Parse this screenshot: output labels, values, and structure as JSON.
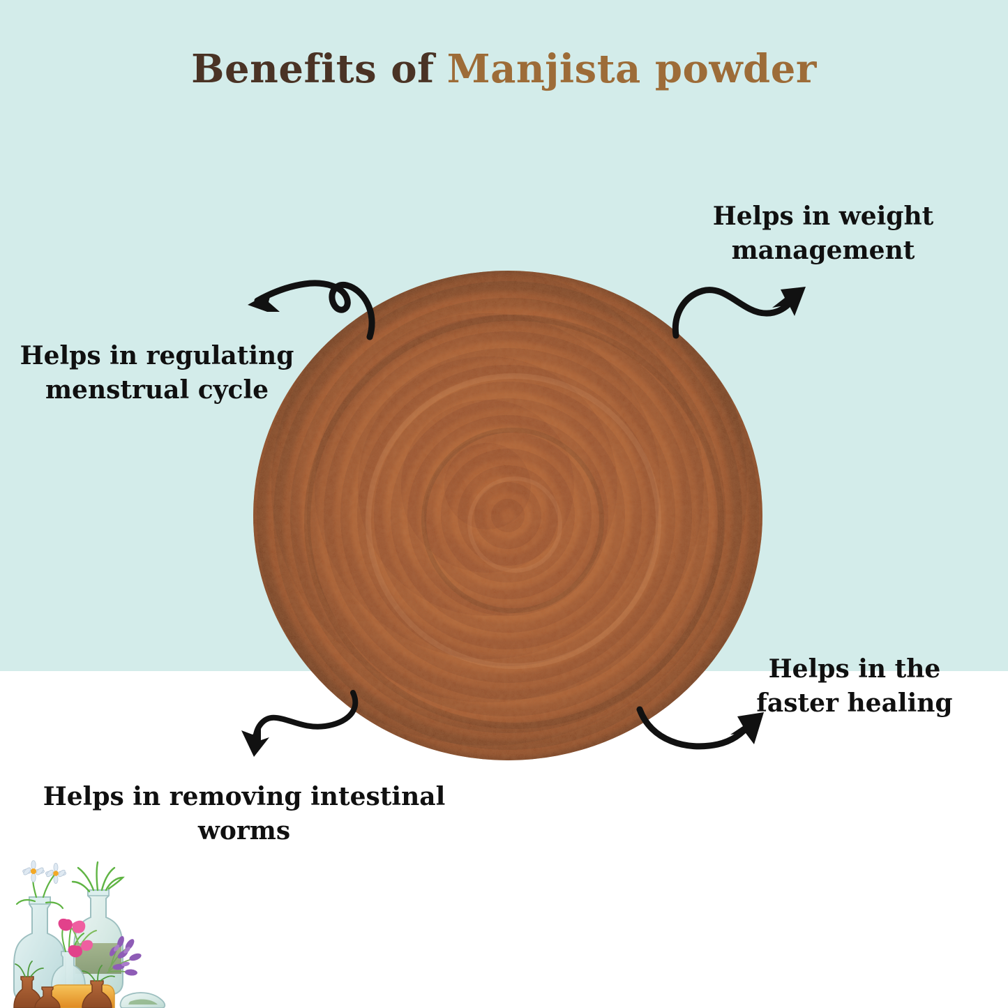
{
  "page": {
    "background_mint": "#d3ecea",
    "background_white": "#ffffff"
  },
  "title": {
    "part1": "Benefits of",
    "part1_color": "#4a3325",
    "part2": "Manjista powder",
    "part2_color": "#9d6c38"
  },
  "hero": {
    "name": "manjista-powder",
    "shape": "circle",
    "colors": {
      "center": "#a4562c",
      "mid": "#8d4823",
      "edge": "#5b2c15"
    }
  },
  "benefits": [
    {
      "id": "weight-management",
      "label": "Helps in weight management",
      "position": "top-right",
      "arrow": "s-curve-up-right"
    },
    {
      "id": "menstrual-cycle",
      "label": "Helps in regulating menstrual cycle",
      "position": "top-left",
      "arrow": "curly-loop-left"
    },
    {
      "id": "faster-healing",
      "label": "Helps in the faster healing",
      "position": "bottom-right",
      "arrow": "arc-right"
    },
    {
      "id": "intestinal-worms",
      "label": "Helps in removing intestinal worms",
      "position": "bottom-left",
      "arrow": "s-curve-down-left"
    }
  ],
  "decoration": {
    "herbal_bottles": "apothecary-bottles-with-herbs-illustration",
    "elements": [
      "daisy-flowers",
      "green-sprouts",
      "pink-flowers",
      "lavender-sprigs",
      "amber-bottles",
      "glass-bottles"
    ]
  }
}
